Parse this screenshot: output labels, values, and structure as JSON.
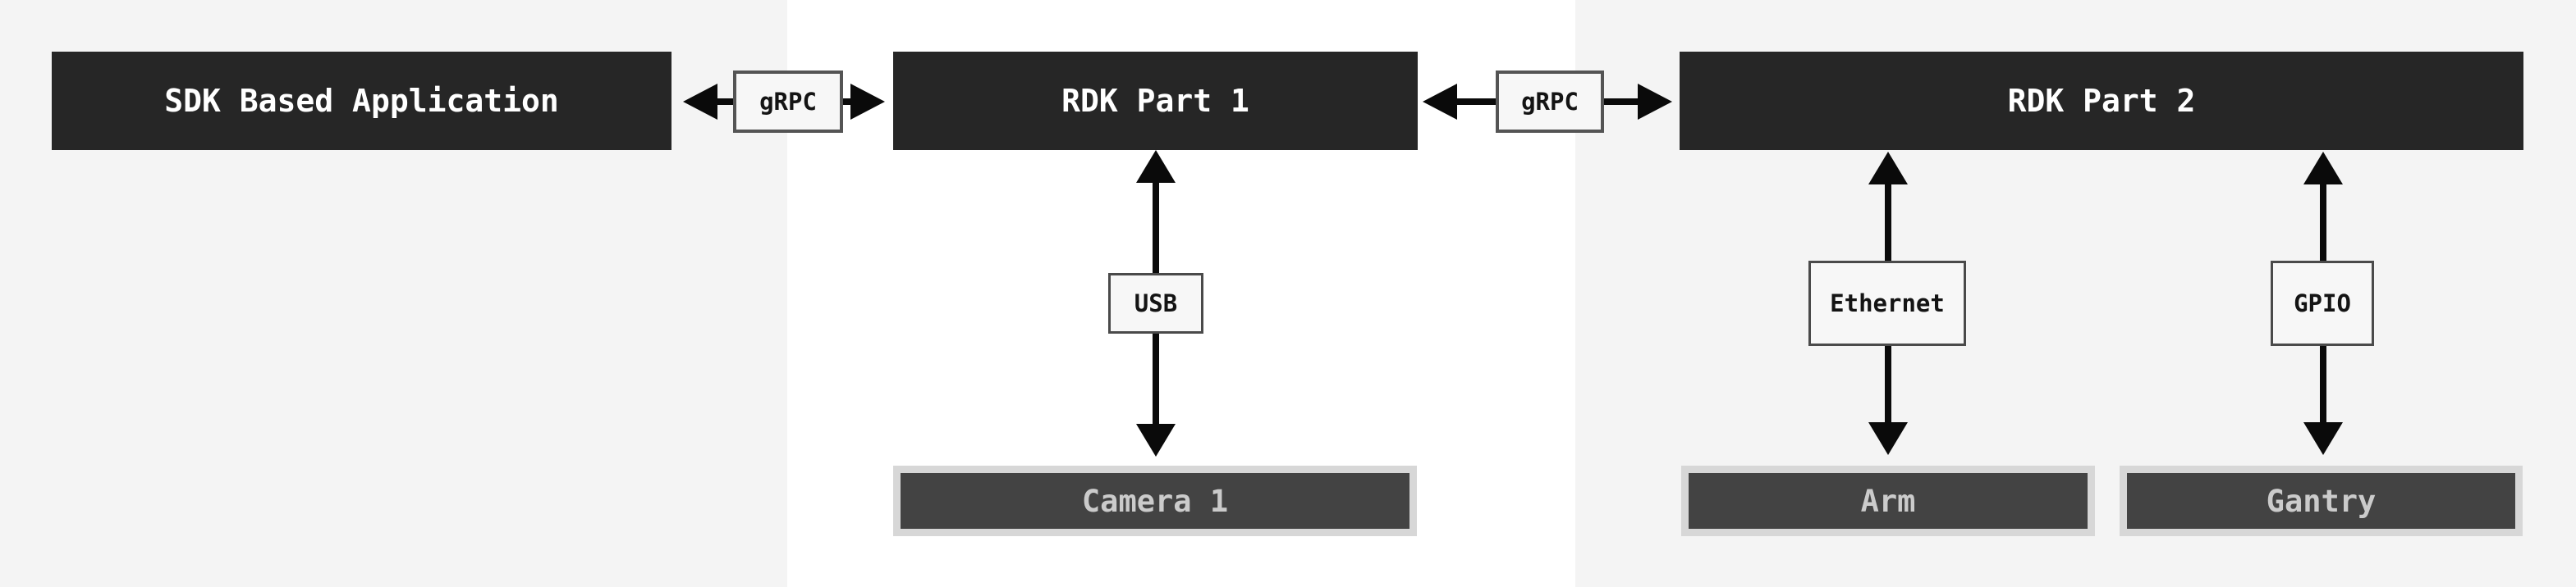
{
  "diagram": {
    "nodes": {
      "sdk_app": {
        "label": "SDK Based Application"
      },
      "rdk_part_1": {
        "label": "RDK Part 1"
      },
      "rdk_part_2": {
        "label": "RDK Part 2"
      },
      "camera_1": {
        "label": "Camera 1"
      },
      "arm": {
        "label": "Arm"
      },
      "gantry": {
        "label": "Gantry"
      }
    },
    "edge_labels": {
      "grpc_1": {
        "label": "gRPC"
      },
      "grpc_2": {
        "label": "gRPC"
      },
      "usb": {
        "label": "USB"
      },
      "ethernet": {
        "label": "Ethernet"
      },
      "gpio": {
        "label": "GPIO"
      }
    },
    "colors": {
      "dark_node_bg": "#262626",
      "dark_node_text": "#ffffff",
      "component_frame": "#d7d7d7",
      "component_bg": "#434343",
      "component_text": "#cbcbcb",
      "label_box_bg": "#f7f7f7",
      "label_box_border": "#4a4a4a",
      "label_box_text": "#141414",
      "arrow": "#0a0a0a",
      "background_band_gray": "#f4f4f4",
      "background_band_white": "#ffffff"
    }
  }
}
